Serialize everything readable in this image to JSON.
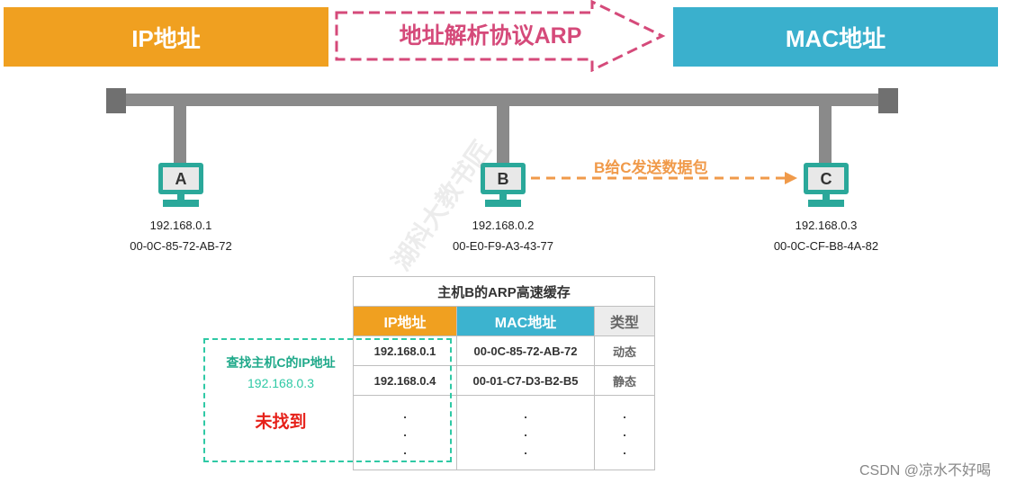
{
  "header": {
    "ip_label": "IP地址",
    "mac_label": "MAC地址",
    "arp_label": "地址解析协议ARP",
    "ip_color": "#f0a020",
    "mac_color": "#3ab0cd",
    "arp_color": "#d54a7a"
  },
  "hosts": [
    {
      "letter": "A",
      "ip": "192.168.0.1",
      "mac": "00-0C-85-72-AB-72"
    },
    {
      "letter": "B",
      "ip": "192.168.0.2",
      "mac": "00-E0-F9-A3-43-77"
    },
    {
      "letter": "C",
      "ip": "192.168.0.3",
      "mac": "00-0C-CF-B8-4A-82"
    }
  ],
  "send_label": "B给C发送数据包",
  "cache_table": {
    "caption": "主机B的ARP高速缓存",
    "headers": [
      "IP地址",
      "MAC地址",
      "类型"
    ],
    "rows": [
      [
        "192.168.0.1",
        "00-0C-85-72-AB-72",
        "动态"
      ],
      [
        "192.168.0.4",
        "00-01-C7-D3-B2-B5",
        "静态"
      ]
    ],
    "ellipsis": ".\n.\n."
  },
  "lookup": {
    "title": "查找主机C的IP地址",
    "ip": "192.168.0.3",
    "result": "未找到"
  },
  "watermark_text": "湖科大教书匠",
  "credit": "CSDN @凉水不好喝"
}
